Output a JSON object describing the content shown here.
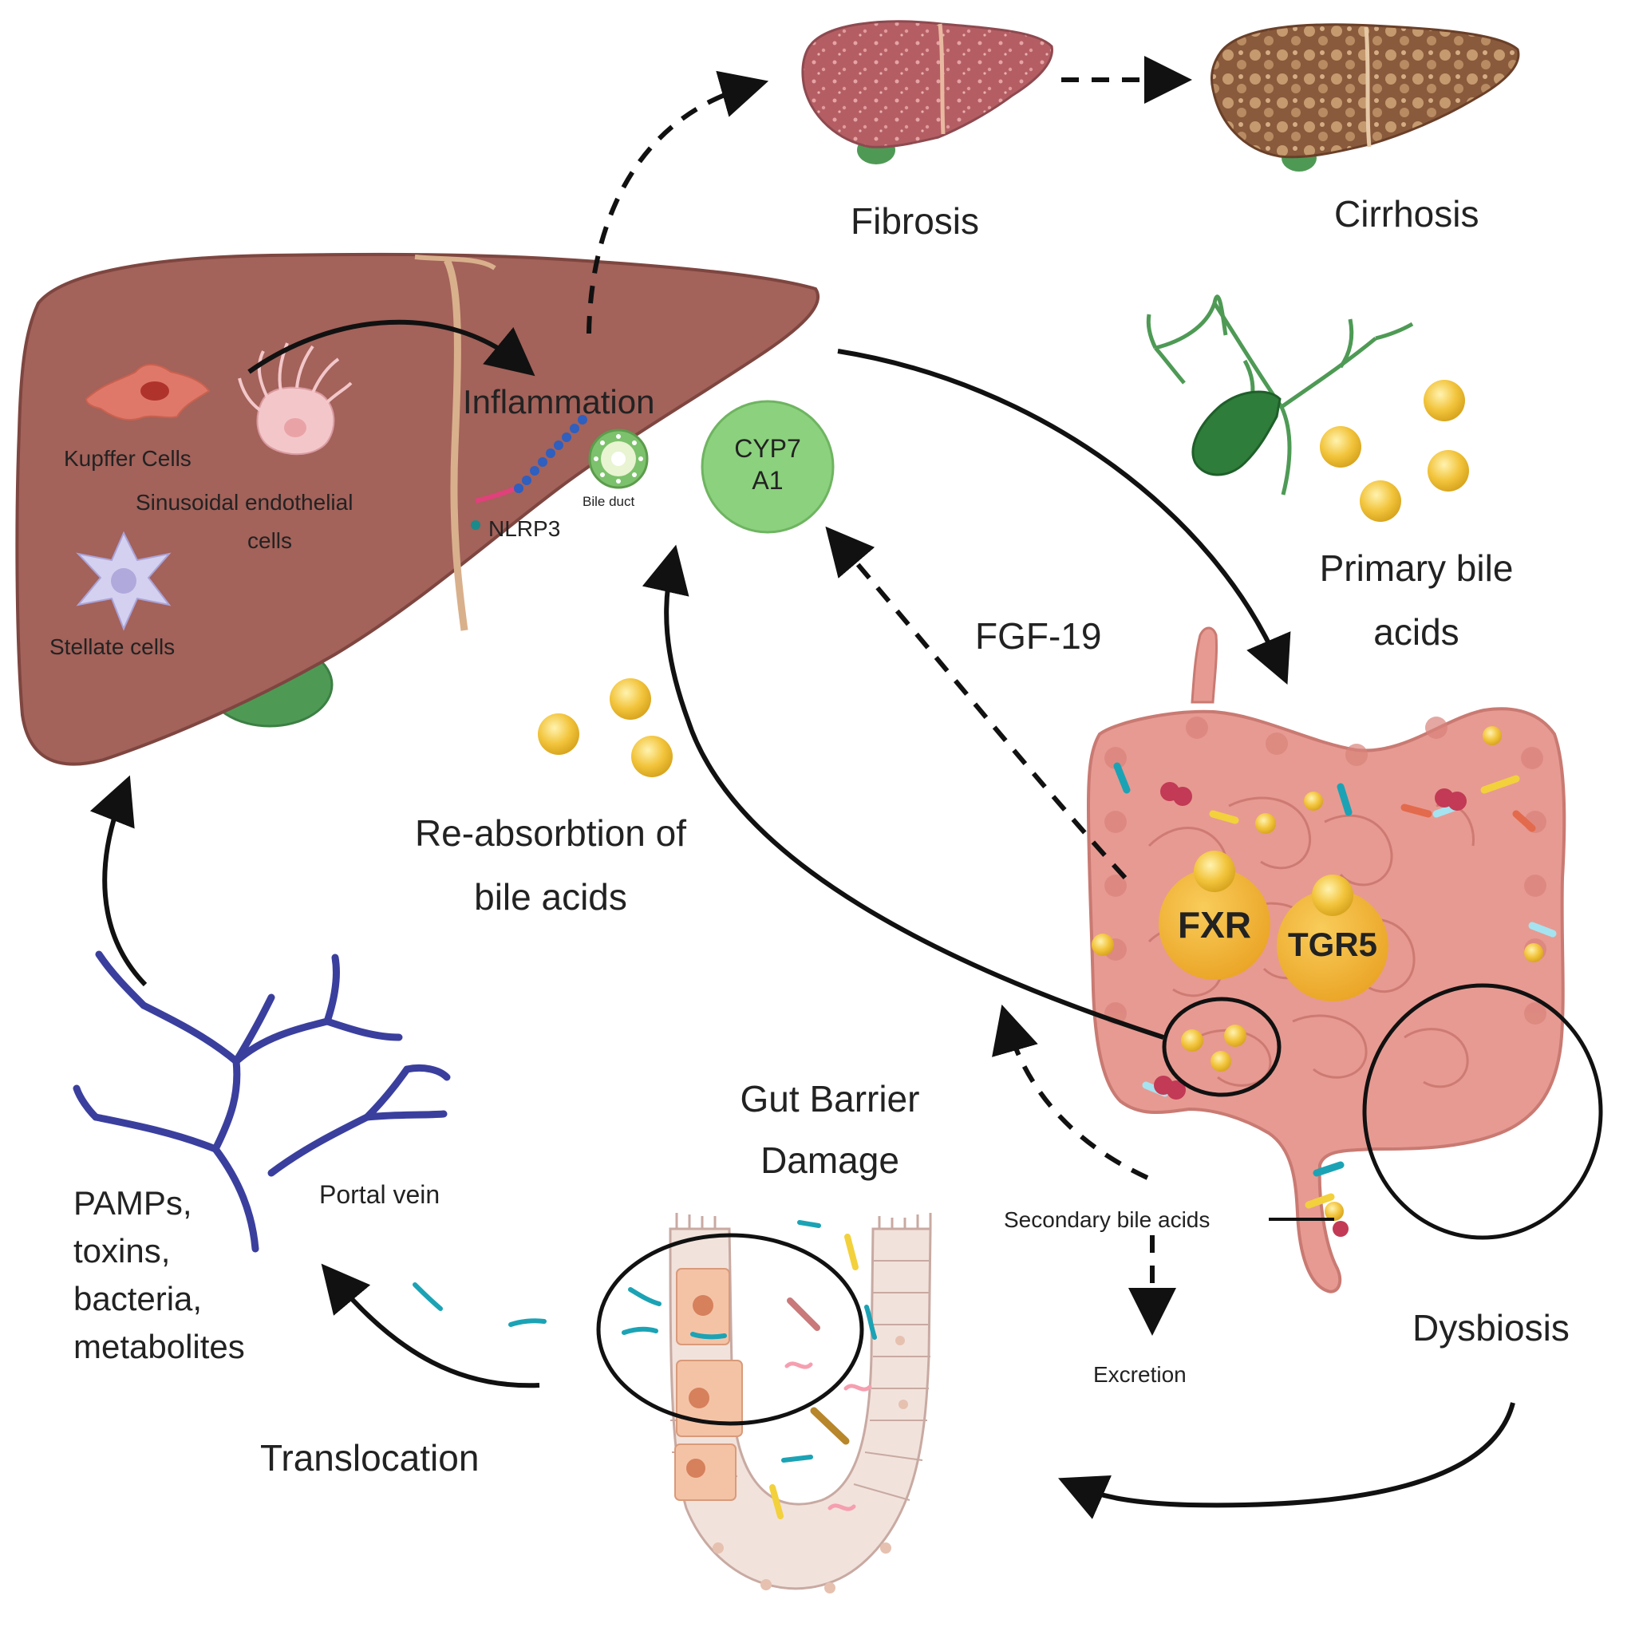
{
  "labels": {
    "fibrosis": "Fibrosis",
    "cirrhosis": "Cirrhosis",
    "inflammation": "Inflammation",
    "kupffer": "Kupffer Cells",
    "sinusoidal_1": "Sinusoidal endothelial",
    "sinusoidal_2": "cells",
    "stellate": "Stellate cells",
    "nlrp3": "NLRP3",
    "bile_duct": "Bile duct",
    "cyp7_1": "CYP7",
    "cyp7_2": "A1",
    "primary_1": "Primary bile",
    "primary_2": "acids",
    "fgf19": "FGF-19",
    "reabs_1": "Re-absorbtion of",
    "reabs_2": "bile acids",
    "fxr": "FXR",
    "tgr5": "TGR5",
    "gut_barrier_1": "Gut Barrier",
    "gut_barrier_2": "Damage",
    "portal_vein": "Portal vein",
    "pamps_1": "PAMPs,",
    "pamps_2": "toxins,",
    "pamps_3": "bacteria,",
    "pamps_4": "metabolites",
    "secondary": "Secondary bile acids",
    "excretion": "Excretion",
    "dysbiosis": "Dysbiosis",
    "translocation": "Translocation"
  },
  "colors": {
    "liver": "#a3625a",
    "liver_dark": "#7e4640",
    "intestine": "#e79a92",
    "bile_acid": "#f2c43c",
    "receptor": "#f2b233",
    "cyp7a1": "#8cd17e",
    "portal_vein": "#3a3f9e",
    "gallbladder": "#4e9a55"
  }
}
